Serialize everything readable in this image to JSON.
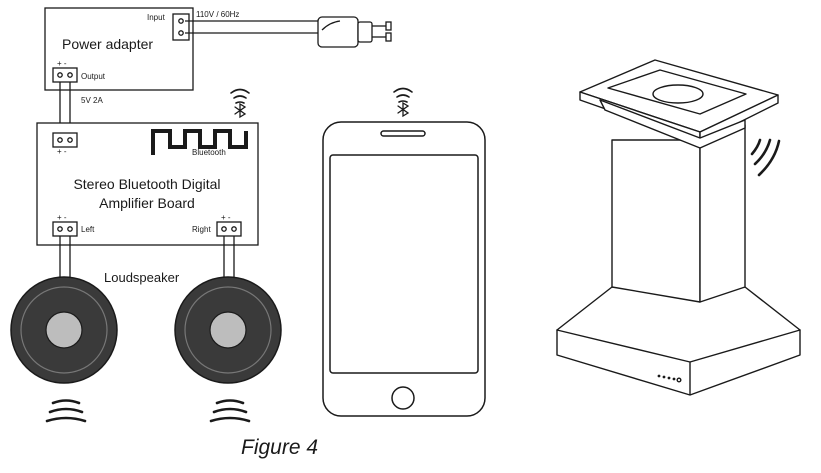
{
  "power_adapter": {
    "title": "Power adapter",
    "input_label": "Input",
    "mains_label": "110V / 60Hz",
    "output_label": "Output",
    "output_polarity": "+ -",
    "output_voltage": "5V 2A"
  },
  "amplifier": {
    "title_line1": "Stereo Bluetooth Digital",
    "title_line2": "Amplifier Board",
    "bluetooth_label": "Bluetooth",
    "power_polarity": "+ -",
    "left_polarity": "+ -",
    "left_label": "Left",
    "right_polarity": "+ -",
    "right_label": "Right"
  },
  "speakers": {
    "label": "Loudspeaker"
  },
  "caption": "Figure 4",
  "colors": {
    "stroke": "#1a1a1a",
    "speaker_cone": "#3a3a3a",
    "speaker_cap": "#bdbdbd"
  },
  "icons": [
    "bluetooth-signal-icon",
    "power-plug-icon",
    "sound-wave-icon",
    "smartphone-icon",
    "range-hood-icon"
  ]
}
